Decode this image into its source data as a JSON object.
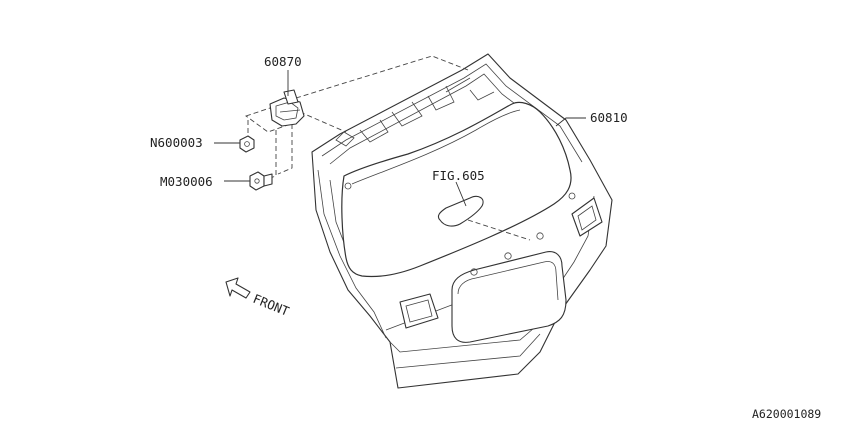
{
  "parts": {
    "hinge": "60870",
    "gate": "60810",
    "nut": "N600003",
    "bolt": "M030006",
    "figref": "FIG.605"
  },
  "direction": "FRONT",
  "diagram_id": "A620001089"
}
